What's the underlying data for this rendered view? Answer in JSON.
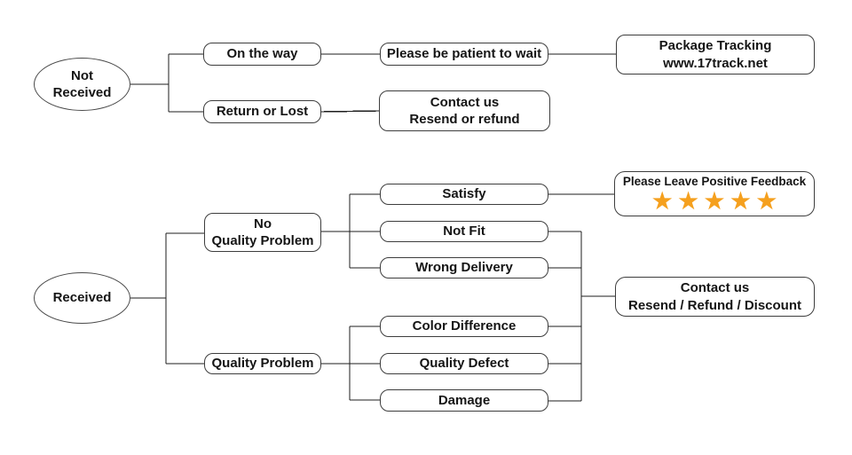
{
  "colors": {
    "background": "#ffffff",
    "line": "#1c1c1c",
    "box_border": "#3d3d3d",
    "box_fill": "#ffffff",
    "text": "#151515",
    "star": "#f5a01e"
  },
  "diagram": {
    "start_not_received": {
      "line1": "Not",
      "line2": "Received"
    },
    "start_received": {
      "label": "Received"
    },
    "on_the_way": {
      "label": "On the way"
    },
    "please_wait": {
      "label": "Please be patient to wait"
    },
    "package_tracking": {
      "line1": "Package Tracking",
      "line2": "www.17track.net"
    },
    "return_or_lost": {
      "label": "Return or Lost"
    },
    "contact_resend_refund": {
      "line1": "Contact us",
      "line2": "Resend or refund"
    },
    "no_quality_problem": {
      "line1": "No",
      "line2": "Quality Problem"
    },
    "quality_problem": {
      "label": "Quality Problem"
    },
    "satisfy": {
      "label": "Satisfy"
    },
    "not_fit": {
      "label": "Not Fit"
    },
    "wrong_delivery": {
      "label": "Wrong Delivery"
    },
    "color_difference": {
      "label": "Color Difference"
    },
    "quality_defect": {
      "label": "Quality Defect"
    },
    "damage": {
      "label": "Damage"
    },
    "positive_feedback": {
      "label": "Please Leave Positive Feedback",
      "stars": "★★★★★",
      "star_count": 5
    },
    "contact_resend_refund_discount": {
      "line1": "Contact us",
      "line2": "Resend / Refund / Discount"
    }
  }
}
